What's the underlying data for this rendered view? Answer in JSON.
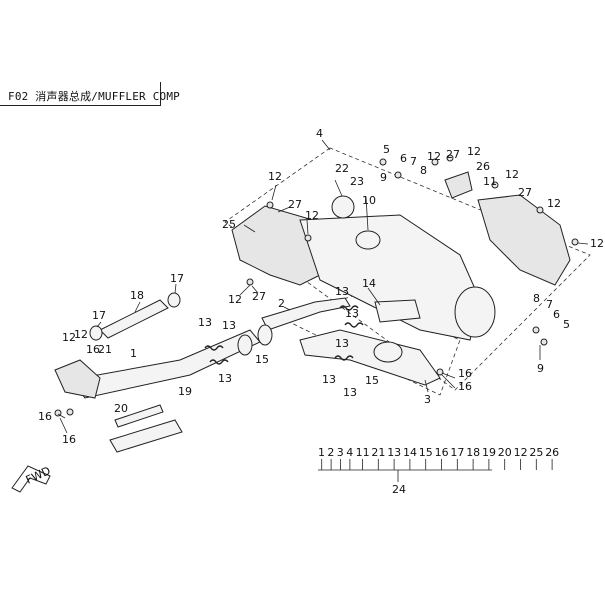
{
  "header": {
    "title": "F02 消声器总成/MUFFLER COMP"
  },
  "fwd_label": "FWD",
  "callouts": {
    "c1": "1",
    "c2": "2",
    "c3": "3",
    "c4": "4",
    "c5a": "5",
    "c5b": "5",
    "c6a": "6",
    "c6b": "6",
    "c7a": "7",
    "c7b": "7",
    "c8a": "8",
    "c8b": "8",
    "c9a": "9",
    "c9b": "9",
    "c10": "10",
    "c11": "11",
    "c12a": "12",
    "c12b": "12",
    "c12c": "12",
    "c12d": "12",
    "c12e": "12",
    "c12f": "12",
    "c12g": "12",
    "c12h": "12",
    "c12i": "12",
    "c12j": "12",
    "c13a": "13",
    "c13b": "13",
    "c13c": "13",
    "c13d": "13",
    "c13e": "13",
    "c13f": "13",
    "c13g": "13",
    "c14": "14",
    "c15a": "15",
    "c15b": "15",
    "c16a": "16",
    "c16b": "16",
    "c16c": "16",
    "c16d": "16",
    "c17a": "17",
    "c17b": "17",
    "c18": "18",
    "c19": "19",
    "c20": "20",
    "c21": "21",
    "c22": "22",
    "c23": "23",
    "c24": "24",
    "c25": "25",
    "c26": "26",
    "c27a": "27",
    "c27b": "27",
    "c27c": "27",
    "c27d": "27"
  },
  "kit_list": [
    "1",
    "2",
    "3",
    "4",
    "11",
    "21",
    "13",
    "14",
    "15",
    "16",
    "17",
    "18",
    "19",
    "20",
    "12",
    "25",
    "26"
  ],
  "kit_number": "24"
}
